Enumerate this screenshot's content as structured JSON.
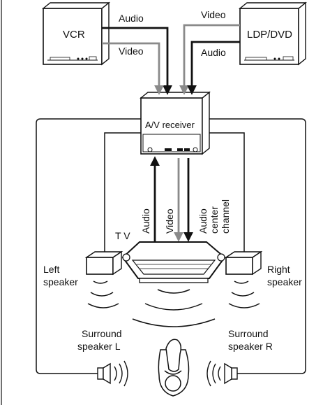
{
  "devices": {
    "vcr": "VCR",
    "ldp_dvd": "LDP/DVD",
    "av_receiver": "A/V receiver",
    "tv": "T V"
  },
  "signals": {
    "vcr_audio": "Audio",
    "vcr_video": "Video",
    "ldp_video": "Video",
    "ldp_audio": "Audio",
    "rx_audio": "Audio",
    "rx_video": "Video",
    "center_line1": "Audio",
    "center_line2": "center",
    "center_line3": "channel"
  },
  "speakers": {
    "left_line1": "Left",
    "left_line2": "speaker",
    "right_line1": "Right",
    "right_line2": "speaker",
    "surround_l_line1": "Surround",
    "surround_l_line2": "speaker L",
    "surround_r_line1": "Surround",
    "surround_r_line2": "speaker R"
  },
  "colors": {
    "audio_line": "#111111",
    "video_line": "#8a8a8a"
  }
}
